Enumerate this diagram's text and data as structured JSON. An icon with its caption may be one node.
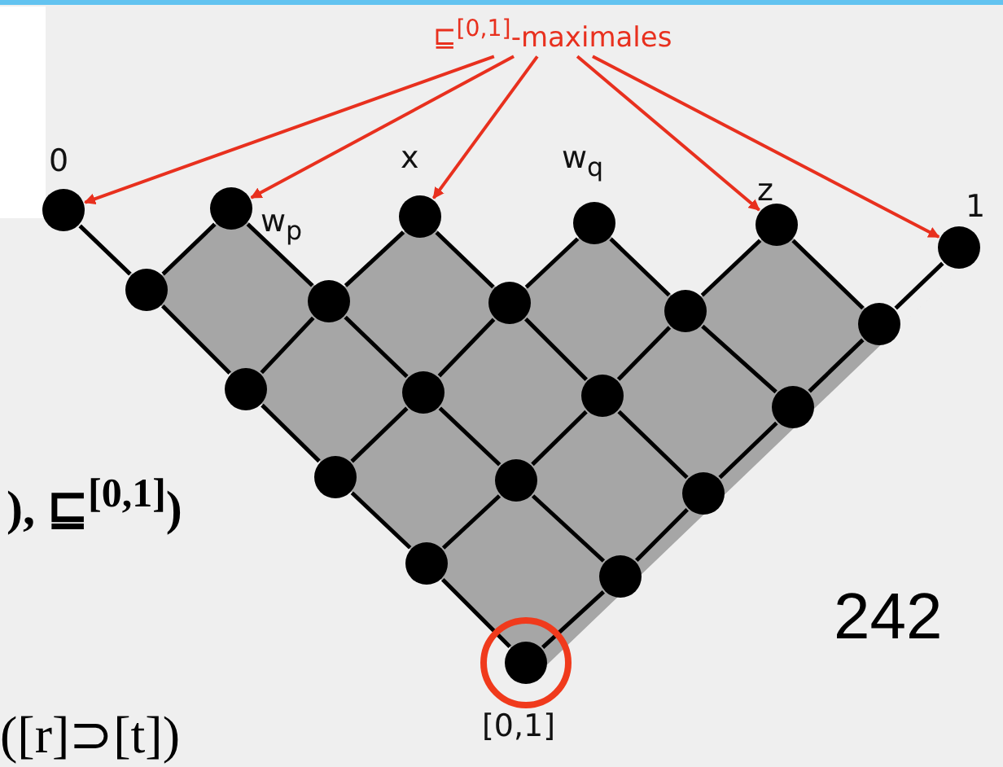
{
  "diagram": {
    "nodes": [
      {
        "text": [
          "⊑$^{[0,1]}$-maximales"
        ]
      },
      {
        "text": [],
        "shape": "circle",
        "beside": [
          "0"
        ]
      },
      {
        "text": [],
        "shape": "circle",
        "beside": [
          "w$_{p}$"
        ]
      },
      {
        "text": [],
        "shape": "circle",
        "beside": [
          "x"
        ]
      },
      {
        "text": [],
        "shape": "circle",
        "beside": [
          "w$_{q}$"
        ]
      },
      {
        "text": [],
        "shape": "circle",
        "beside": [
          "z"
        ]
      },
      {
        "text": [],
        "shape": "circle",
        "beside": [
          "1"
        ]
      },
      {
        "text": [],
        "shape": "circle"
      },
      {
        "text": [],
        "shape": "circle"
      },
      {
        "text": [],
        "shape": "circle"
      },
      {
        "text": [],
        "shape": "circle"
      },
      {
        "text": [],
        "shape": "circle"
      },
      {
        "text": [],
        "shape": "circle"
      },
      {
        "text": [],
        "shape": "circle"
      },
      {
        "text": [],
        "shape": "circle"
      },
      {
        "text": [],
        "shape": "circle"
      },
      {
        "text": [],
        "shape": "circle"
      },
      {
        "text": [],
        "shape": "circle"
      },
      {
        "text": [],
        "shape": "circle"
      },
      {
        "text": [],
        "shape": "circle"
      },
      {
        "text": [],
        "shape": "circle"
      },
      {
        "text": [],
        "shape": "circle",
        "beside": [
          "[0,1]"
        ]
      }
    ],
    "edges": [
      {
        "from": 0,
        "to": 1,
        "arrow": "to",
        "color": "#e8301e"
      },
      {
        "from": 0,
        "to": 2,
        "arrow": "to",
        "color": "#e8301e"
      },
      {
        "from": 0,
        "to": 3,
        "arrow": "to",
        "color": "#e8301e"
      },
      {
        "from": 0,
        "to": 5,
        "arrow": "to",
        "color": "#e8301e"
      },
      {
        "from": 0,
        "to": 6,
        "arrow": "to",
        "color": "#e8301e"
      },
      {
        "from": 1,
        "to": 7,
        "arrow": "none"
      },
      {
        "from": 2,
        "to": 7,
        "arrow": "none"
      },
      {
        "from": 2,
        "to": 8,
        "arrow": "none"
      },
      {
        "from": 3,
        "to": 8,
        "arrow": "none"
      },
      {
        "from": 3,
        "to": 9,
        "arrow": "none"
      },
      {
        "from": 4,
        "to": 9,
        "arrow": "none"
      },
      {
        "from": 4,
        "to": 10,
        "arrow": "none"
      },
      {
        "from": 5,
        "to": 10,
        "arrow": "none"
      },
      {
        "from": 5,
        "to": 11,
        "arrow": "none"
      },
      {
        "from": 6,
        "to": 11,
        "arrow": "none"
      },
      {
        "from": 7,
        "to": 12,
        "arrow": "none"
      },
      {
        "from": 8,
        "to": 12,
        "arrow": "none"
      },
      {
        "from": 8,
        "to": 13,
        "arrow": "none"
      },
      {
        "from": 9,
        "to": 13,
        "arrow": "none"
      },
      {
        "from": 9,
        "to": 14,
        "arrow": "none"
      },
      {
        "from": 10,
        "to": 14,
        "arrow": "none"
      },
      {
        "from": 10,
        "to": 15,
        "arrow": "none"
      },
      {
        "from": 11,
        "to": 15,
        "arrow": "none"
      },
      {
        "from": 12,
        "to": 16,
        "arrow": "none"
      },
      {
        "from": 13,
        "to": 16,
        "arrow": "none"
      },
      {
        "from": 13,
        "to": 17,
        "arrow": "none"
      },
      {
        "from": 14,
        "to": 17,
        "arrow": "none"
      },
      {
        "from": 14,
        "to": 18,
        "arrow": "none"
      },
      {
        "from": 15,
        "to": 18,
        "arrow": "none"
      },
      {
        "from": 16,
        "to": 19,
        "arrow": "none"
      },
      {
        "from": 17,
        "to": 19,
        "arrow": "none"
      },
      {
        "from": 17,
        "to": 20,
        "arrow": "none"
      },
      {
        "from": 18,
        "to": 20,
        "arrow": "none"
      },
      {
        "from": 19,
        "to": 21,
        "arrow": "none"
      },
      {
        "from": 20,
        "to": 21,
        "arrow": "none"
      }
    ],
    "labels": [
      "), ⊑$^{[0,1]}$)",
      "([r]⊃[t])",
      "242"
    ]
  }
}
